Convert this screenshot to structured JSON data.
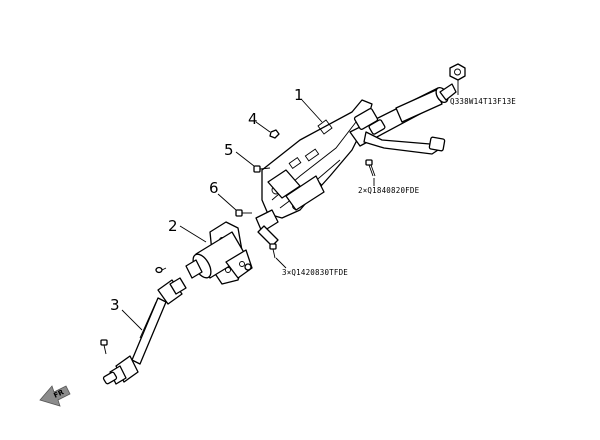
{
  "callouts": {
    "c1": "1",
    "c2": "2",
    "c3": "3",
    "c4": "4",
    "c5": "5",
    "c6": "6"
  },
  "part_codes": {
    "nut": "Q338W14T13F13E",
    "bolt_upper": "2×Q1840820FDE",
    "bolt_lower": "3×Q1420830TFDE"
  },
  "direction_arrow": {
    "label": "FR"
  }
}
